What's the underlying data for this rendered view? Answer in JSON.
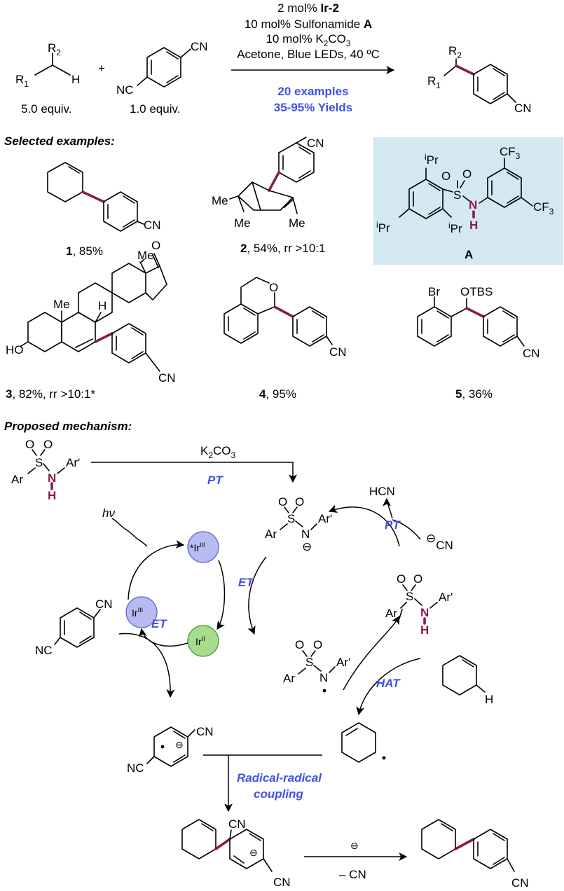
{
  "reaction": {
    "cond1_pre": "2 mol% ",
    "cond1_cat": "Ir-2",
    "cond2_pre": "10 mol% Sulfonamide ",
    "cond2_cat": "A",
    "cond3_pre": "10 mol% K",
    "cond3_sub1": "2",
    "cond3_mid": "CO",
    "cond3_sub2": "3",
    "cond4": "Acetone, Blue LEDs, 40 ºC",
    "examples": "20 examples",
    "yields": "35-95% Yields",
    "reagent1_equiv": "5.0 equiv.",
    "reagent2_equiv": "1.0 equiv.",
    "plus": "+",
    "labels": {
      "R": "R",
      "one": "1",
      "two": "2",
      "H": "H",
      "NC": "NC",
      "CN": "CN"
    }
  },
  "selected_title": "Selected examples:",
  "examples": [
    {
      "num": "1",
      "text": ", 85%"
    },
    {
      "num": "2",
      "text": ", 54%, rr >10:1"
    },
    {
      "num": "3",
      "text": ", 82%, rr >10:1*"
    },
    {
      "num": "4",
      "text": ", 95%"
    },
    {
      "num": "5",
      "text": ", 36%"
    }
  ],
  "atoms": {
    "Me": "Me",
    "O": "O",
    "HO": "HO",
    "H": "H",
    "Br": "Br",
    "OTBS": "OTBS",
    "S": "S",
    "N": "N",
    "CF": "CF",
    "three": "3",
    "i": "i",
    "Pr": "Pr",
    "A": "A",
    "Ar": "Ar",
    "ArP": "Ar'",
    "HCN": "HCN",
    "CN": "CN",
    "NC": "NC",
    "minus": "⊖",
    "minusCN": "– CN"
  },
  "mechanism": {
    "title": "Proposed mechanism:",
    "k2co3_pre": "K",
    "k2co3_sub1": "2",
    "k2co3_mid": "CO",
    "k2co3_sub2": "3",
    "PT": "PT",
    "ET": "ET",
    "HAT": "HAT",
    "hv": "hν",
    "ir_star": "*Ir",
    "ir": "Ir",
    "III": "III",
    "II": "II",
    "radical_coupling_1": "Radical-radical",
    "radical_coupling_2": "coupling"
  },
  "colors": {
    "accent_blue": "#3F51E6",
    "highlight_purple": "#8B1A4E",
    "box_bg": "#D3E8F2",
    "ir_iii_fill": "#B7BBF0",
    "ir_ii_fill": "#A9DB8F",
    "ir_ii_stroke": "#3E9A29"
  }
}
